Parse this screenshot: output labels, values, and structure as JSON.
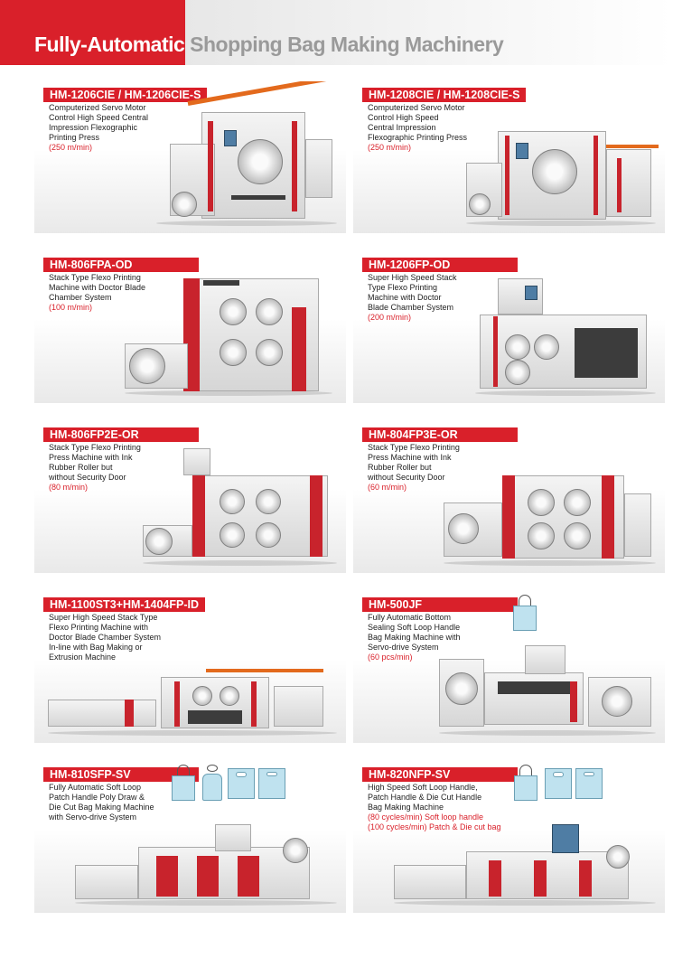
{
  "header": {
    "title_part1": "Fully-Automatic",
    "title_part2": "Shopping Bag Making Machinery"
  },
  "colors": {
    "accent": "#d9202a",
    "title_grey": "#9a9a9a",
    "bag_fill": "#bfe2ef"
  },
  "panels": [
    {
      "model": "HM-1206CIE / HM-1206CIE-S",
      "lines": [
        "Computerized Servo Motor",
        "Control High Speed Central",
        "Impression Flexographic",
        "Printing Press"
      ],
      "speed": [
        "(250 m/min)"
      ]
    },
    {
      "model": "HM-1208CIE / HM-1208CIE-S",
      "lines": [
        "Computerized Servo Motor",
        "Control High Speed",
        "Central Impression",
        "Flexographic Printing Press"
      ],
      "speed": [
        "(250 m/min)"
      ]
    },
    {
      "model": "HM-806FPA-OD",
      "lines": [
        "Stack Type Flexo Printing",
        "Machine with Doctor Blade",
        "Chamber System"
      ],
      "speed": [
        "(100 m/min)"
      ]
    },
    {
      "model": "HM-1206FP-OD",
      "lines": [
        "Super High Speed Stack",
        "Type Flexo Printing",
        "Machine with Doctor",
        "Blade Chamber System"
      ],
      "speed": [
        "(200 m/min)"
      ]
    },
    {
      "model": "HM-806FP2E-OR",
      "lines": [
        "Stack Type Flexo Printing",
        "Press Machine with Ink",
        "Rubber Roller but",
        "without Security Door"
      ],
      "speed": [
        "(80 m/min)"
      ]
    },
    {
      "model": "HM-804FP3E-OR",
      "lines": [
        "Stack Type Flexo Printing",
        "Press Machine with Ink",
        "Rubber Roller but",
        "without Security Door"
      ],
      "speed": [
        "(60 m/min)"
      ]
    },
    {
      "model": "HM-1100ST3+HM-1404FP-ID",
      "lines": [
        "Super High Speed Stack Type",
        "Flexo Printing Machine with",
        "Doctor Blade Chamber System",
        "In-line with Bag Making or",
        "Extrusion Machine"
      ],
      "speed": []
    },
    {
      "model": "HM-500JF",
      "lines": [
        "Fully Automatic Bottom",
        "Sealing Soft Loop Handle",
        "Bag Making Machine with",
        "Servo-drive System"
      ],
      "speed": [
        "(60 pcs/min)"
      ]
    },
    {
      "model": "HM-810SFP-SV",
      "lines": [
        "Fully Automatic Soft Loop",
        "Patch Handle Poly Draw &",
        "Die Cut Bag Making Machine",
        "with Servo-drive System"
      ],
      "speed": []
    },
    {
      "model": "HM-820NFP-SV",
      "lines": [
        "High Speed Soft Loop Handle,",
        "Patch Handle & Die Cut Handle",
        "Bag Making Machine"
      ],
      "speed": [
        "(80 cycles/min) Soft loop handle",
        "(100 cycles/min) Patch & Die cut bag"
      ]
    }
  ]
}
